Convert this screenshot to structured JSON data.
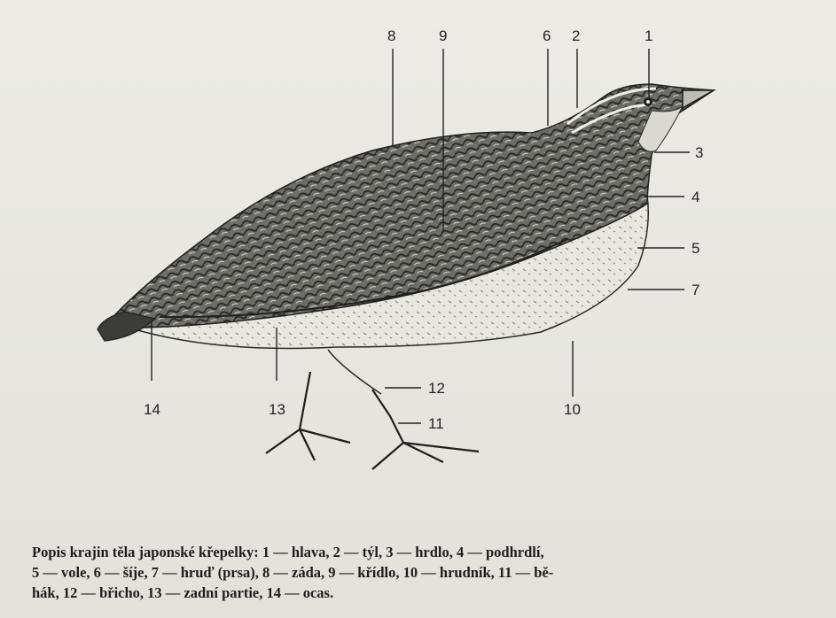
{
  "labels": {
    "n1": "1",
    "n2": "2",
    "n3": "3",
    "n4": "4",
    "n5": "5",
    "n6": "6",
    "n7": "7",
    "n8": "8",
    "n9": "9",
    "n10": "10",
    "n11": "11",
    "n12": "12",
    "n13": "13",
    "n14": "14"
  },
  "caption": {
    "line1": "Popis krajin těla japonské křepelky: 1 — hlava, 2 — týl, 3 — hrdlo, 4 — podhrdlí,",
    "line2": "5 — vole, 6 — šíje, 7 — hruď (prsa), 8 — záda, 9 — křídlo, 10 — hrudník, 11 — bě-",
    "line3": "hák, 12 — břicho, 13 — zadní partie, 14 — ocas."
  }
}
